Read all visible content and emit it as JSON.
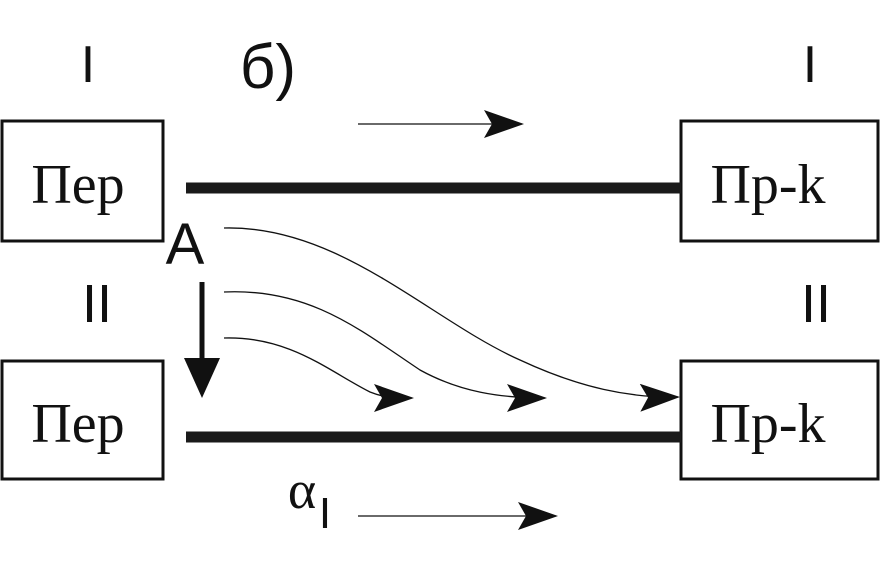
{
  "diagram": {
    "label_b": "б)",
    "line1": {
      "left_label": "I",
      "right_label": "I",
      "transmitter": "Пер",
      "receiver": "Пр-k"
    },
    "line2": {
      "left_label": "II",
      "right_label": "II",
      "transmitter": "Пер",
      "receiver": "Пр-k"
    },
    "point_a": "A",
    "alpha_label": "α",
    "alpha_subscript": "I"
  }
}
